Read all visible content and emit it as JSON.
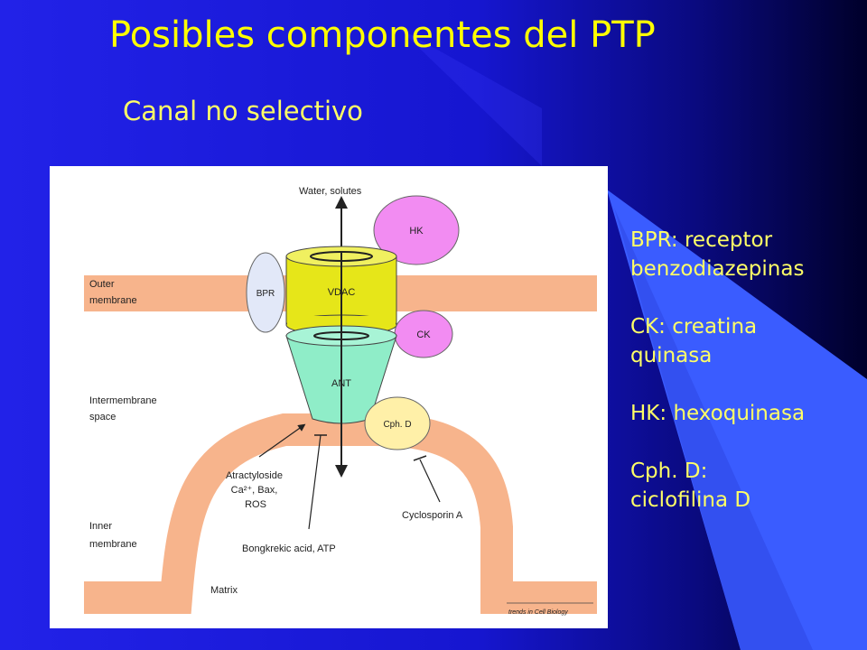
{
  "slide": {
    "title": "Posibles componentes del PTP",
    "subtitle": "Canal no selectivo"
  },
  "legend": {
    "bpr": [
      "BPR: receptor",
      "benzodiazepinas"
    ],
    "ck": [
      "CK: creatina",
      "quinasa"
    ],
    "hk": [
      "HK: hexoquinasa"
    ],
    "cph": [
      "Cph. D:",
      "ciclofilina D"
    ]
  },
  "figure": {
    "water": "Water, solutes",
    "outer": [
      "Outer",
      "membrane"
    ],
    "intermembrane": [
      "Intermembrane",
      "space"
    ],
    "inner": [
      "Inner",
      "membrane"
    ],
    "matrix": "Matrix",
    "hk": "HK",
    "bpr": "BPR",
    "vdac": "VDAC",
    "ck": "CK",
    "ant": "ANT",
    "cph": "Cph. D",
    "atractyloside": [
      "Atractyloside",
      "Ca²⁺, Bax,",
      "ROS"
    ],
    "bongkrekic": "Bongkrekic acid, ATP",
    "cyclosporin": "Cyclosporin A",
    "credit": "trends in Cell Biology"
  },
  "colors": {
    "background": "#1a1ae6",
    "title": "#ffff00",
    "text": "#ffff66",
    "membrane": "#f7b48c",
    "vdac": "#e6e619",
    "ant": "#8fedc8",
    "hk": "#f28cf2",
    "cph": "#fff0a8",
    "bpr": "#e2e8f8"
  }
}
